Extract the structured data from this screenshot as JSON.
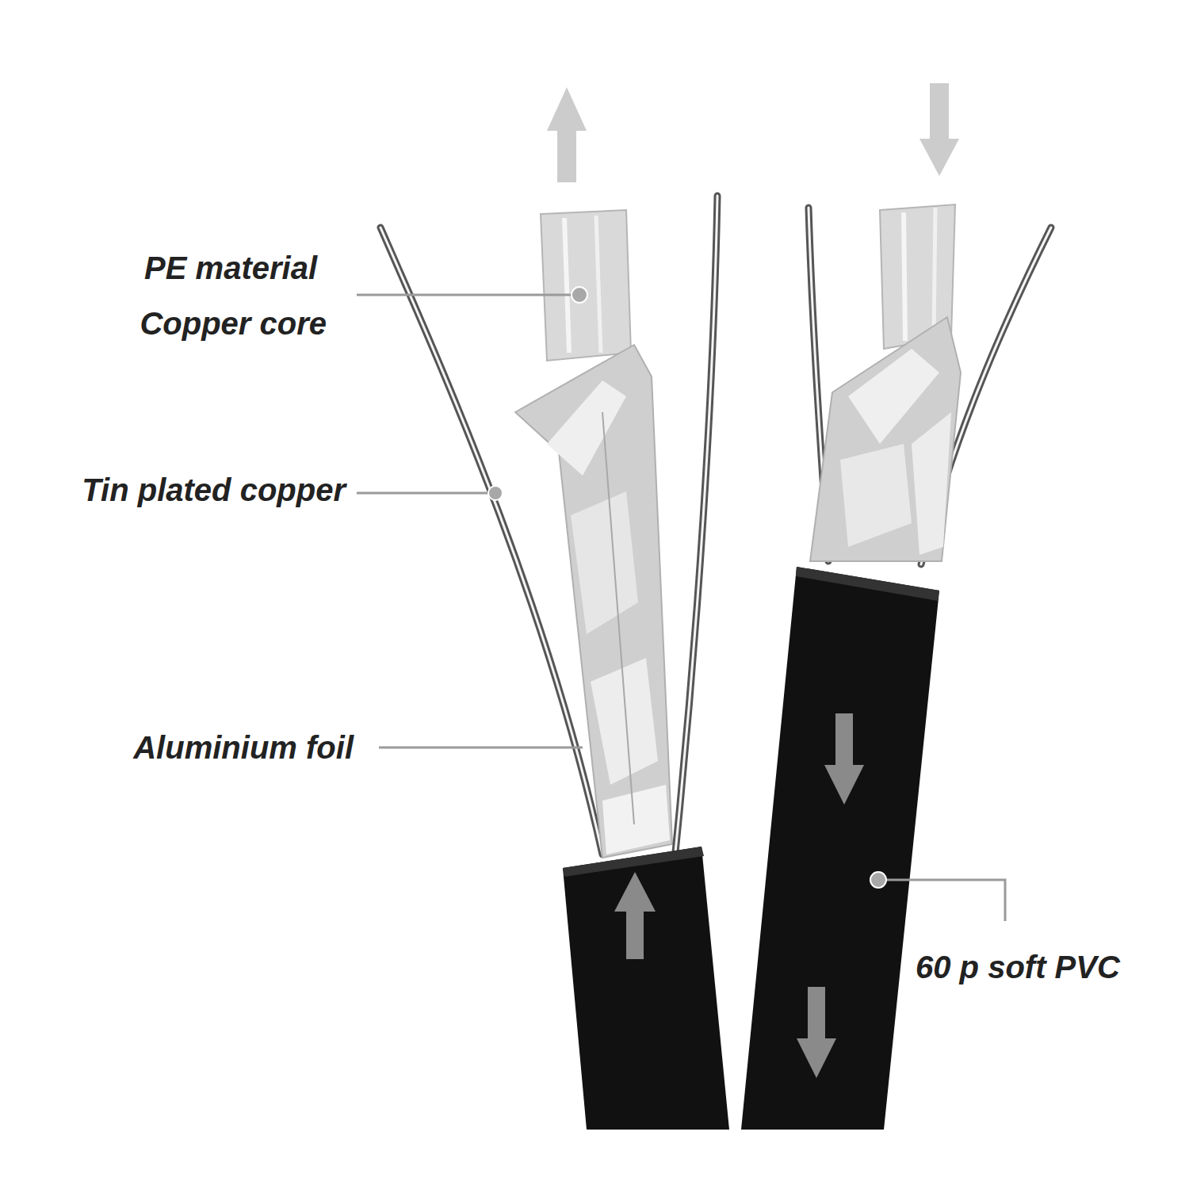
{
  "diagram": {
    "labels": [
      "PE material",
      "Copper core",
      "Tin plated copper",
      "Aluminium foil",
      "60 p soft PVC"
    ]
  }
}
